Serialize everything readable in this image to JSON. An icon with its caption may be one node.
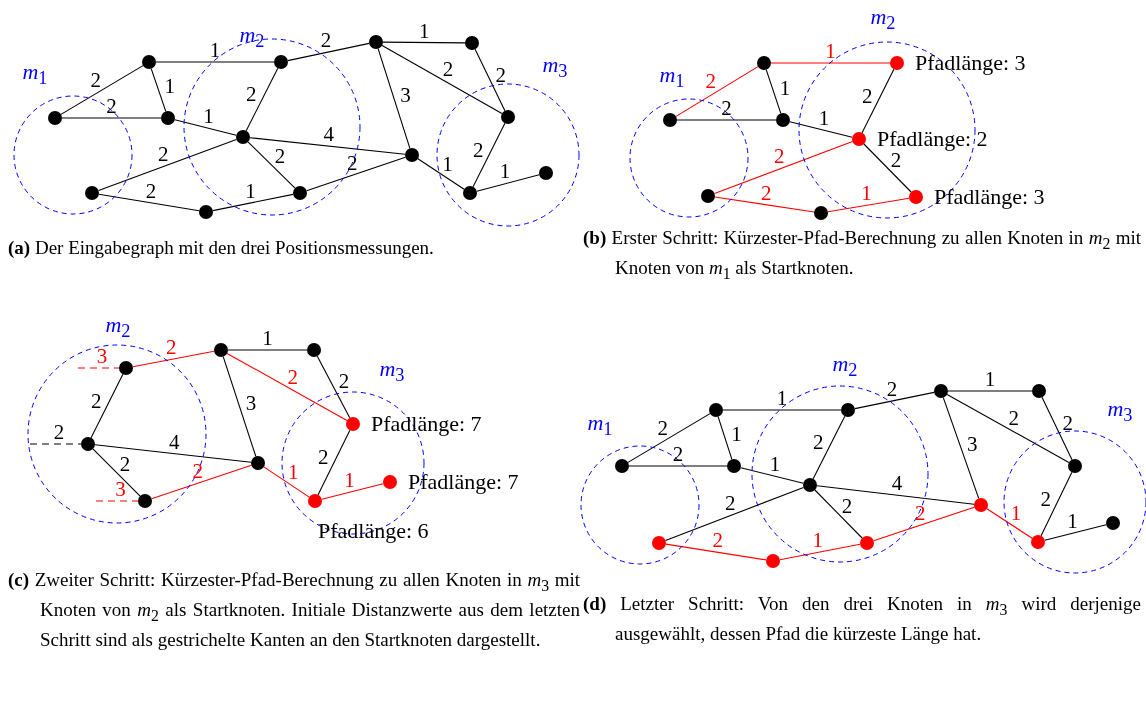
{
  "diagram": {
    "nodes": [
      {
        "text": [
          "*m*$_{1}$"
        ]
      },
      {
        "text": [
          "*m*$_{2}$"
        ]
      },
      {
        "text": [
          "*m*$_{3}$"
        ]
      },
      {
        "text": [],
        "shape": "circle",
        "in": 0
      },
      {
        "text": [],
        "shape": "circle"
      },
      {
        "text": [],
        "shape": "circle"
      },
      {
        "text": [],
        "shape": "circle",
        "in": 0
      },
      {
        "text": [],
        "shape": "circle"
      },
      {
        "text": [],
        "shape": "circle",
        "in": 1
      },
      {
        "text": [],
        "shape": "circle",
        "in": 1
      },
      {
        "text": [],
        "shape": "circle",
        "in": 1
      },
      {
        "text": [],
        "shape": "circle"
      },
      {
        "text": [],
        "shape": "circle"
      },
      {
        "text": [],
        "shape": "circle",
        "in": 2
      },
      {
        "text": [],
        "shape": "circle"
      },
      {
        "text": [],
        "shape": "circle",
        "in": 2
      },
      {
        "text": [],
        "shape": "circle",
        "in": 2
      },
      {
        "text": [
          "*m*$_{1}$"
        ]
      },
      {
        "text": [
          "*m*$_{2}$"
        ]
      },
      {
        "text": [],
        "shape": "circle",
        "in": 17
      },
      {
        "text": [],
        "shape": "circle"
      },
      {
        "text": [],
        "shape": "circle"
      },
      {
        "text": [],
        "shape": "circle",
        "in": 17
      },
      {
        "text": [],
        "shape": "circle"
      },
      {
        "text": [],
        "shape": "circle",
        "in": 18,
        "beside": [
          "Pfadlänge: 2"
        ]
      },
      {
        "text": [],
        "shape": "circle",
        "in": 18,
        "beside": [
          "Pfadlänge: 3"
        ]
      },
      {
        "text": [],
        "shape": "circle",
        "in": 18,
        "beside": [
          "Pfadlänge: 3"
        ]
      },
      {
        "text": [
          "*m*$_{2}$"
        ]
      },
      {
        "text": [
          "*m*$_{3}$"
        ]
      },
      {
        "text": [],
        "shape": "circle",
        "in": 27
      },
      {
        "text": [],
        "shape": "circle",
        "in": 27
      },
      {
        "text": [],
        "shape": "circle",
        "in": 27
      },
      {
        "text": [],
        "shape": "circle"
      },
      {
        "text": [],
        "shape": "circle"
      },
      {
        "text": [],
        "shape": "circle"
      },
      {
        "text": [],
        "shape": "circle",
        "in": 28,
        "beside": [
          "Pfadlänge: 7"
        ]
      },
      {
        "text": [],
        "shape": "circle",
        "in": 28,
        "beside": [
          "Pfadlänge: 6"
        ]
      },
      {
        "text": [],
        "shape": "circle",
        "in": 28,
        "beside": [
          "Pfadlänge: 7"
        ]
      },
      {
        "text": [
          "*m*$_{1}$"
        ]
      },
      {
        "text": [
          "*m*$_{2}$"
        ]
      },
      {
        "text": [
          "*m*$_{3}$"
        ]
      },
      {
        "text": [],
        "shape": "circle",
        "in": 38
      },
      {
        "text": [],
        "shape": "circle"
      },
      {
        "text": [],
        "shape": "circle"
      },
      {
        "text": [],
        "shape": "circle",
        "in": 38
      },
      {
        "text": [],
        "shape": "circle"
      },
      {
        "text": [],
        "shape": "circle",
        "in": 39
      },
      {
        "text": [],
        "shape": "circle",
        "in": 39
      },
      {
        "text": [],
        "shape": "circle",
        "in": 39
      },
      {
        "text": [],
        "shape": "circle"
      },
      {
        "text": [],
        "shape": "circle"
      },
      {
        "text": [],
        "shape": "circle",
        "in": 40
      },
      {
        "text": [],
        "shape": "circle"
      },
      {
        "text": [],
        "shape": "circle",
        "in": 40
      },
      {
        "text": [],
        "shape": "circle",
        "in": 40
      }
    ],
    "edges": [
      {
        "from": 3,
        "to": 4,
        "arrow": "none",
        "label": "2"
      },
      {
        "from": 3,
        "to": 5,
        "arrow": "none",
        "label": "2"
      },
      {
        "from": 4,
        "to": 5,
        "arrow": "none",
        "label": "1"
      },
      {
        "from": 4,
        "to": 10,
        "arrow": "none",
        "label": "1"
      },
      {
        "from": 10,
        "to": 11,
        "arrow": "none",
        "label": "2"
      },
      {
        "from": 5,
        "to": 8,
        "arrow": "none",
        "label": "1"
      },
      {
        "from": 10,
        "to": 8,
        "arrow": "none",
        "label": "2"
      },
      {
        "from": 6,
        "to": 8,
        "arrow": "none",
        "label": "2"
      },
      {
        "from": 6,
        "to": 7,
        "arrow": "none",
        "label": "2"
      },
      {
        "from": 7,
        "to": 9,
        "arrow": "none",
        "label": "1"
      },
      {
        "from": 8,
        "to": 9,
        "arrow": "none",
        "label": "2"
      },
      {
        "from": 8,
        "to": 14,
        "arrow": "none",
        "label": "4"
      },
      {
        "from": 9,
        "to": 14,
        "arrow": "none",
        "label": "2"
      },
      {
        "from": 11,
        "to": 12,
        "arrow": "none",
        "label": "1"
      },
      {
        "from": 11,
        "to": 13,
        "arrow": "none",
        "label": "2"
      },
      {
        "from": 12,
        "to": 13,
        "arrow": "none",
        "label": "2"
      },
      {
        "from": 11,
        "to": 14,
        "arrow": "none",
        "label": "3"
      },
      {
        "from": 14,
        "to": 15,
        "arrow": "none",
        "label": "1"
      },
      {
        "from": 13,
        "to": 15,
        "arrow": "none",
        "label": "2"
      },
      {
        "from": 15,
        "to": 16,
        "arrow": "none",
        "label": "1"
      },
      {
        "from": 19,
        "to": 20,
        "arrow": "none",
        "label": "2",
        "color": "#ff0000"
      },
      {
        "from": 19,
        "to": 21,
        "arrow": "none",
        "label": "2"
      },
      {
        "from": 20,
        "to": 21,
        "arrow": "none",
        "label": "1"
      },
      {
        "from": 20,
        "to": 26,
        "arrow": "none",
        "label": "1",
        "color": "#ff0000"
      },
      {
        "from": 21,
        "to": 24,
        "arrow": "none",
        "label": "1"
      },
      {
        "from": 26,
        "to": 24,
        "arrow": "none",
        "label": "2"
      },
      {
        "from": 22,
        "to": 24,
        "arrow": "none",
        "label": "2",
        "color": "#ff0000"
      },
      {
        "from": 22,
        "to": 23,
        "arrow": "none",
        "label": "2",
        "color": "#ff0000"
      },
      {
        "from": 23,
        "to": 25,
        "arrow": "none",
        "label": "1",
        "color": "#ff0000"
      },
      {
        "from": 24,
        "to": 25,
        "arrow": "none",
        "label": "2"
      },
      {
        "from": null,
        "to": 29,
        "arrow": "none",
        "label": "3",
        "style": "dashed",
        "color": "#ff0000"
      },
      {
        "from": null,
        "to": 30,
        "arrow": "none",
        "label": "2",
        "style": "dashed"
      },
      {
        "from": null,
        "to": 31,
        "arrow": "none",
        "label": "3",
        "style": "dashed",
        "color": "#ff0000"
      },
      {
        "from": 29,
        "to": 32,
        "arrow": "none",
        "label": "2",
        "color": "#ff0000"
      },
      {
        "from": 29,
        "to": 30,
        "arrow": "none",
        "label": "2"
      },
      {
        "from": 30,
        "to": 31,
        "arrow": "none",
        "label": "2"
      },
      {
        "from": 30,
        "to": 34,
        "arrow": "none",
        "label": "4"
      },
      {
        "from": 31,
        "to": 34,
        "arrow": "none",
        "label": "2",
        "color": "#ff0000"
      },
      {
        "from": 32,
        "to": 33,
        "arrow": "none",
        "label": "1"
      },
      {
        "from": 32,
        "to": 35,
        "arrow": "none",
        "label": "2",
        "color": "#ff0000"
      },
      {
        "from": 32,
        "to": 34,
        "arrow": "none",
        "label": "3"
      },
      {
        "from": 33,
        "to": 35,
        "arrow": "none",
        "label": "2"
      },
      {
        "from": 34,
        "to": 36,
        "arrow": "none",
        "label": "1",
        "color": "#ff0000"
      },
      {
        "from": 35,
        "to": 36,
        "arrow": "none",
        "label": "2"
      },
      {
        "from": 36,
        "to": 37,
        "arrow": "none",
        "label": "1",
        "color": "#ff0000"
      },
      {
        "from": 41,
        "to": 42,
        "arrow": "none",
        "label": "2"
      },
      {
        "from": 41,
        "to": 43,
        "arrow": "none",
        "label": "2"
      },
      {
        "from": 42,
        "to": 43,
        "arrow": "none",
        "label": "1"
      },
      {
        "from": 42,
        "to": 48,
        "arrow": "none",
        "label": "1"
      },
      {
        "from": 48,
        "to": 49,
        "arrow": "none",
        "label": "2"
      },
      {
        "from": 43,
        "to": 46,
        "arrow": "none",
        "label": "1"
      },
      {
        "from": 48,
        "to": 46,
        "arrow": "none",
        "label": "2"
      },
      {
        "from": 44,
        "to": 46,
        "arrow": "none",
        "label": "2"
      },
      {
        "from": 44,
        "to": 45,
        "arrow": "none",
        "label": "2",
        "color": "#ff0000"
      },
      {
        "from": 45,
        "to": 47,
        "arrow": "none",
        "label": "1",
        "color": "#ff0000"
      },
      {
        "from": 46,
        "to": 47,
        "arrow": "none",
        "label": "2"
      },
      {
        "from": 46,
        "to": 52,
        "arrow": "none",
        "label": "4"
      },
      {
        "from": 47,
        "to": 52,
        "arrow": "none",
        "label": "2",
        "color": "#ff0000"
      },
      {
        "from": 49,
        "to": 50,
        "arrow": "none",
        "label": "1"
      },
      {
        "from": 49,
        "to": 51,
        "arrow": "none",
        "label": "2"
      },
      {
        "from": 50,
        "to": 51,
        "arrow": "none",
        "label": "2"
      },
      {
        "from": 49,
        "to": 52,
        "arrow": "none",
        "label": "3"
      },
      {
        "from": 52,
        "to": 53,
        "arrow": "none",
        "label": "1",
        "color": "#ff0000"
      },
      {
        "from": 51,
        "to": 53,
        "arrow": "none",
        "label": "2"
      },
      {
        "from": 53,
        "to": 54,
        "arrow": "none",
        "label": "1"
      }
    ],
    "labels": [
      "**(a)** Der Eingabegraph mit den drei Positionsmessungen.",
      "**(b)** Erster Schritt: Kürzester-Pfad-Berechnung zu allen Knoten in *m*$_{2}$ mit Knoten von *m*$_{1}$ als Startknoten.",
      "**(c)** Zweiter Schritt: Kürzester-Pfad-Berechnung zu allen Knoten in *m*$_{3}$ mit Knoten von *m*$_{2}$ als Startknoten. Initiale Distanzwerte aus dem letzten Schritt sind als gestrichelte Kanten an den Startknoten dargestellt.",
      "**(d)** Letzter Schritt: Von den drei Knoten in *m*$_{3}$ wird derjenige ausgewählt, dessen Pfad die kürzeste Länge hat."
    ]
  }
}
